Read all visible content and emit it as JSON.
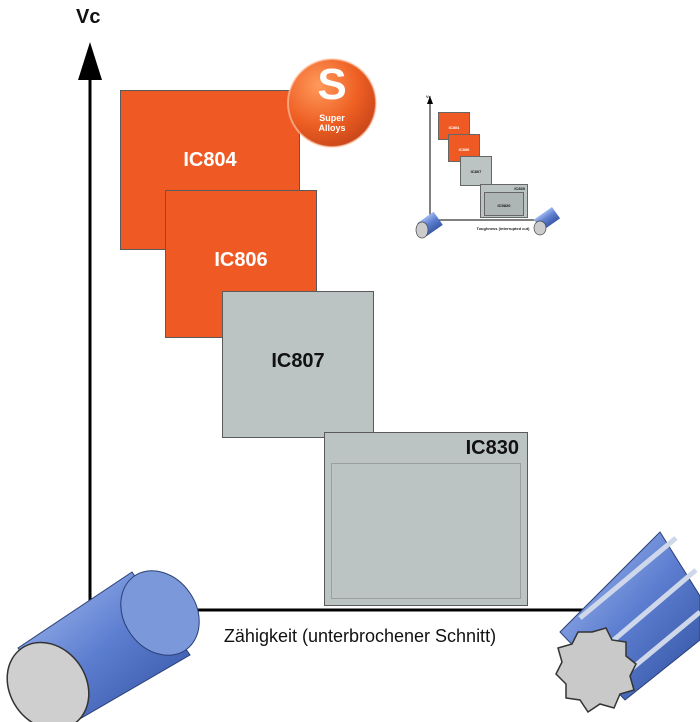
{
  "axes": {
    "y_label": "Vc",
    "x_label": "Zähigkeit (unterbrochener Schnitt)"
  },
  "grades": [
    {
      "label": "IC804",
      "color": "#ef5a24"
    },
    {
      "label": "IC806",
      "color": "#ef5a24"
    },
    {
      "label": "IC807",
      "color": "#bcc3c3"
    },
    {
      "label": "IC830",
      "color": "#bcc3c3"
    }
  ],
  "badge": {
    "letter": "S",
    "line1": "Super",
    "line2": "Alloys",
    "color": "#ee6a2e"
  },
  "thumbnail": {
    "y_label": "Vc",
    "x_label": "Toughness (interrupted cut)",
    "boxes": [
      "IC804",
      "IC806",
      "IC807",
      "IC830",
      "IC5820"
    ]
  },
  "colors": {
    "axis": "#000000",
    "cylinder_blue": "#6d8fd8",
    "cylinder_face": "#c8c8c8"
  },
  "icons": {
    "left": "solid-cylinder-icon",
    "right": "grooved-cylinder-icon"
  }
}
